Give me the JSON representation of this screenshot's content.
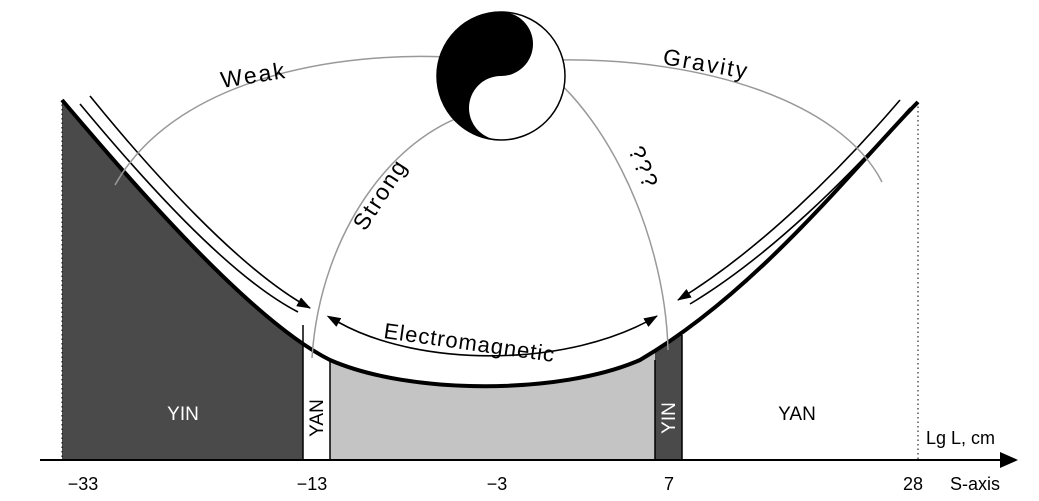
{
  "axis": {
    "name": "S-axis",
    "unit_label": "Lg L, cm",
    "ticks": [
      "−33",
      "−13",
      "−3",
      "7",
      "28"
    ]
  },
  "regions": {
    "yin_left": "YIN",
    "yan_narrow": "YAN",
    "yin_narrow": "YIN",
    "yan_right": "YAN"
  },
  "interactions": {
    "weak": "Weak",
    "gravity": "Gravity",
    "strong": "Strong",
    "unknown": "???",
    "electromagnetic": "Electromagnetic"
  },
  "colors": {
    "yin_dark": "#4a4a4a",
    "middle_gray": "#c4c4c4",
    "arc_gray": "#999999"
  },
  "icons": [
    "yin-yang-icon"
  ]
}
